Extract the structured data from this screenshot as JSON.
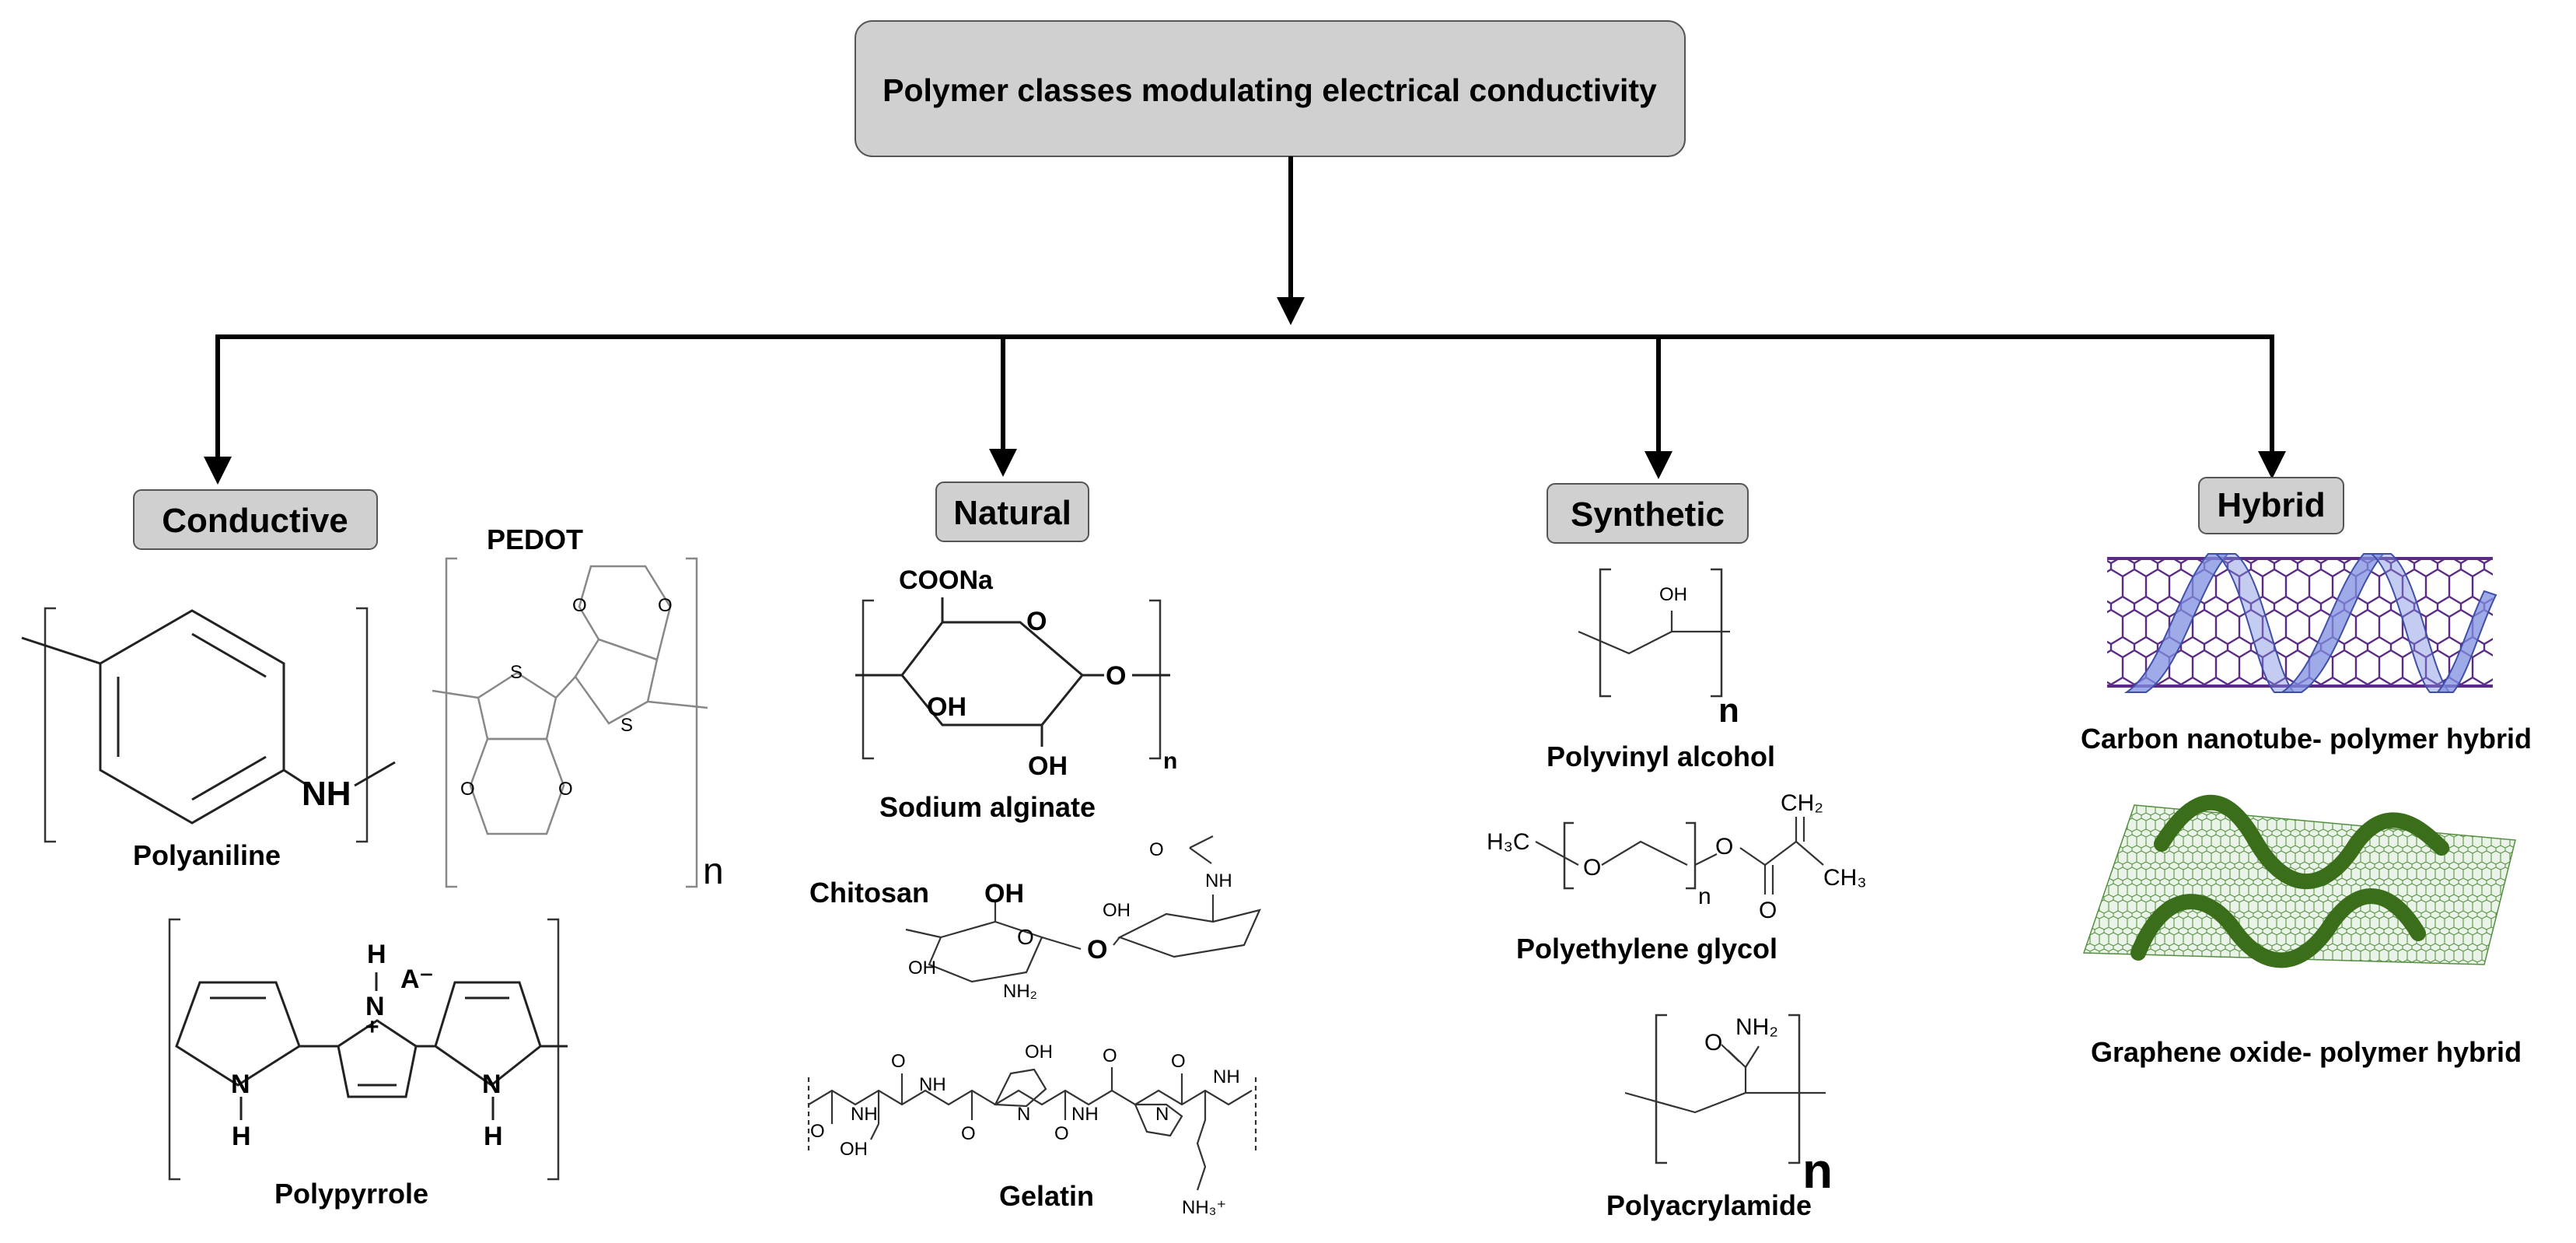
{
  "title": "Polymer classes modulating electrical conductivity",
  "categories": {
    "conductive": "Conductive",
    "natural": "Natural",
    "synthetic": "Synthetic",
    "hybrid": "Hybrid"
  },
  "polymers": {
    "polyaniline": "Polyaniline",
    "pedot": "PEDOT",
    "polypyrrole": "Polypyrrole",
    "sodium_alginate": "Sodium alginate",
    "chitosan": "Chitosan",
    "gelatin": "Gelatin",
    "polyvinyl_alcohol": "Polyvinyl alcohol",
    "polyethylene_glycol": "Polyethylene glycol",
    "polyacrylamide": "Polyacrylamide",
    "cnt_hybrid": "Carbon nanotube- polymer hybrid",
    "go_hybrid": "Graphene oxide- polymer hybrid"
  },
  "atoms": {
    "nh": "NH",
    "n": "N",
    "h": "H",
    "a_minus": "A⁻",
    "plus": "+",
    "s": "S",
    "o": "O",
    "oh": "OH",
    "coona": "COONa",
    "nh2": "NH₂",
    "nh3": "NH₃⁺",
    "ch2": "CH₂",
    "ch3": "CH₃",
    "h3c": "H₃C",
    "repeat_n": "n"
  },
  "colors": {
    "box_fill": "#d0d0d0",
    "cnt_lattice": "#5b2a86",
    "cnt_helix": "#7f8fe0",
    "go_sheet": "#4e8a3a",
    "go_strand": "#3b6e1a"
  }
}
